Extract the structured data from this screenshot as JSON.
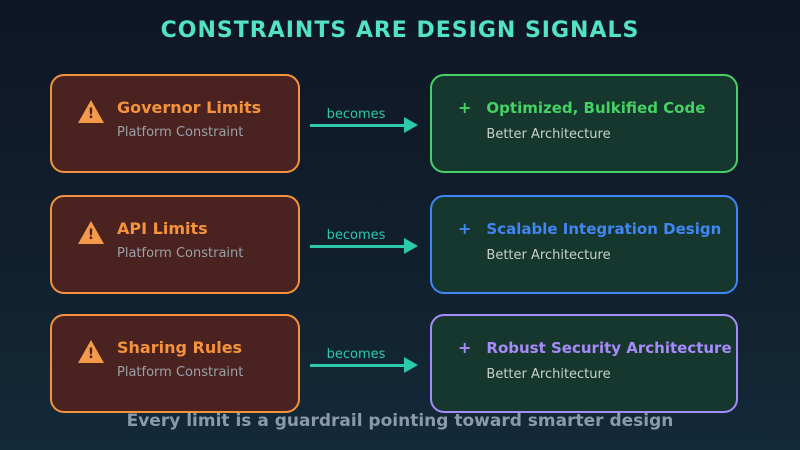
{
  "title": "CONSTRAINTS ARE DESIGN SIGNALS",
  "caption": "Every limit is a guardrail pointing toward smarter design",
  "arrow_label": "becomes",
  "icons": {
    "plus_glyph": "+"
  },
  "colors": {
    "bg_top": "#0f1626",
    "bg_bottom": "#132a38",
    "title_teal": "#52e3c4",
    "arrow_teal": "#2cc9ad",
    "orange": "#f5923e",
    "orange_text": "#f5923e",
    "orange_icon": "#f59a4a",
    "left_card_bg": "#4a221f",
    "right_card_bg": "#16372d",
    "subtitle_gray": "#9aa1a9",
    "right_subtitle": "#c6d1ca",
    "caption_gray": "#8b9aab",
    "green": "#45d165",
    "blue": "#4285f4",
    "purple": "#a78bfa"
  },
  "rows": [
    {
      "left": {
        "title": "Governor Limits",
        "subtitle": "Platform Constraint"
      },
      "right": {
        "title": "Optimized, Bulkified Code",
        "subtitle": "Better Architecture",
        "accent": "#45d165"
      }
    },
    {
      "left": {
        "title": "API Limits",
        "subtitle": "Platform Constraint"
      },
      "right": {
        "title": "Scalable Integration Design",
        "subtitle": "Better Architecture",
        "accent": "#4285f4"
      }
    },
    {
      "left": {
        "title": "Sharing Rules",
        "subtitle": "Platform Constraint"
      },
      "right": {
        "title": "Robust Security Architecture",
        "subtitle": "Better Architecture",
        "accent": "#a78bfa"
      }
    }
  ]
}
